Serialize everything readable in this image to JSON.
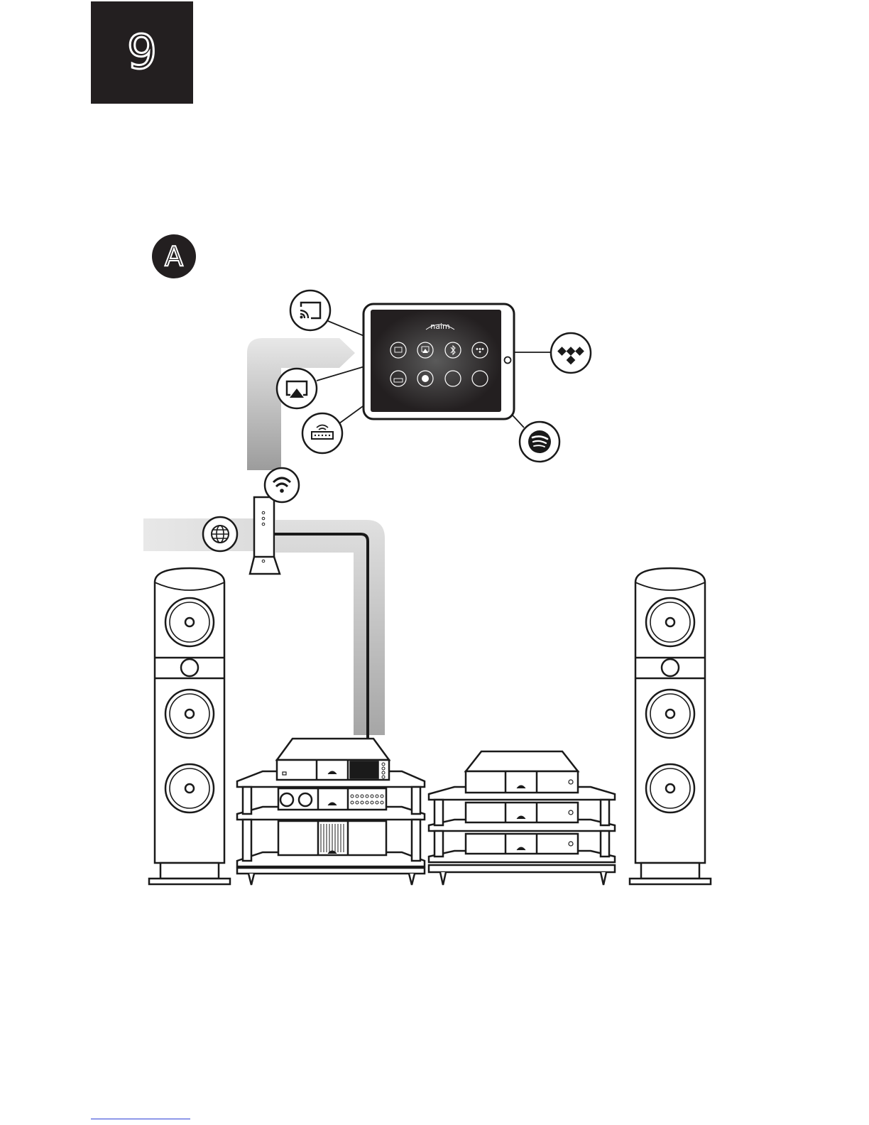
{
  "page": {
    "step_number": "9",
    "section_letter": "A"
  },
  "tablet": {
    "brand": "naim"
  },
  "icons": {
    "cast": "chromecast-icon",
    "airplay": "airplay-icon",
    "radio": "internet-radio-icon",
    "tidal": "tidal-icon",
    "spotify": "spotify-icon",
    "wifi": "wifi-icon",
    "internet": "globe-icon",
    "bluetooth": "bluetooth-icon"
  },
  "colors": {
    "dark": "#231f20",
    "line": "#1a1a1a",
    "arrow_light": "#e6e6e6",
    "arrow_dark": "#9a9a9a"
  }
}
